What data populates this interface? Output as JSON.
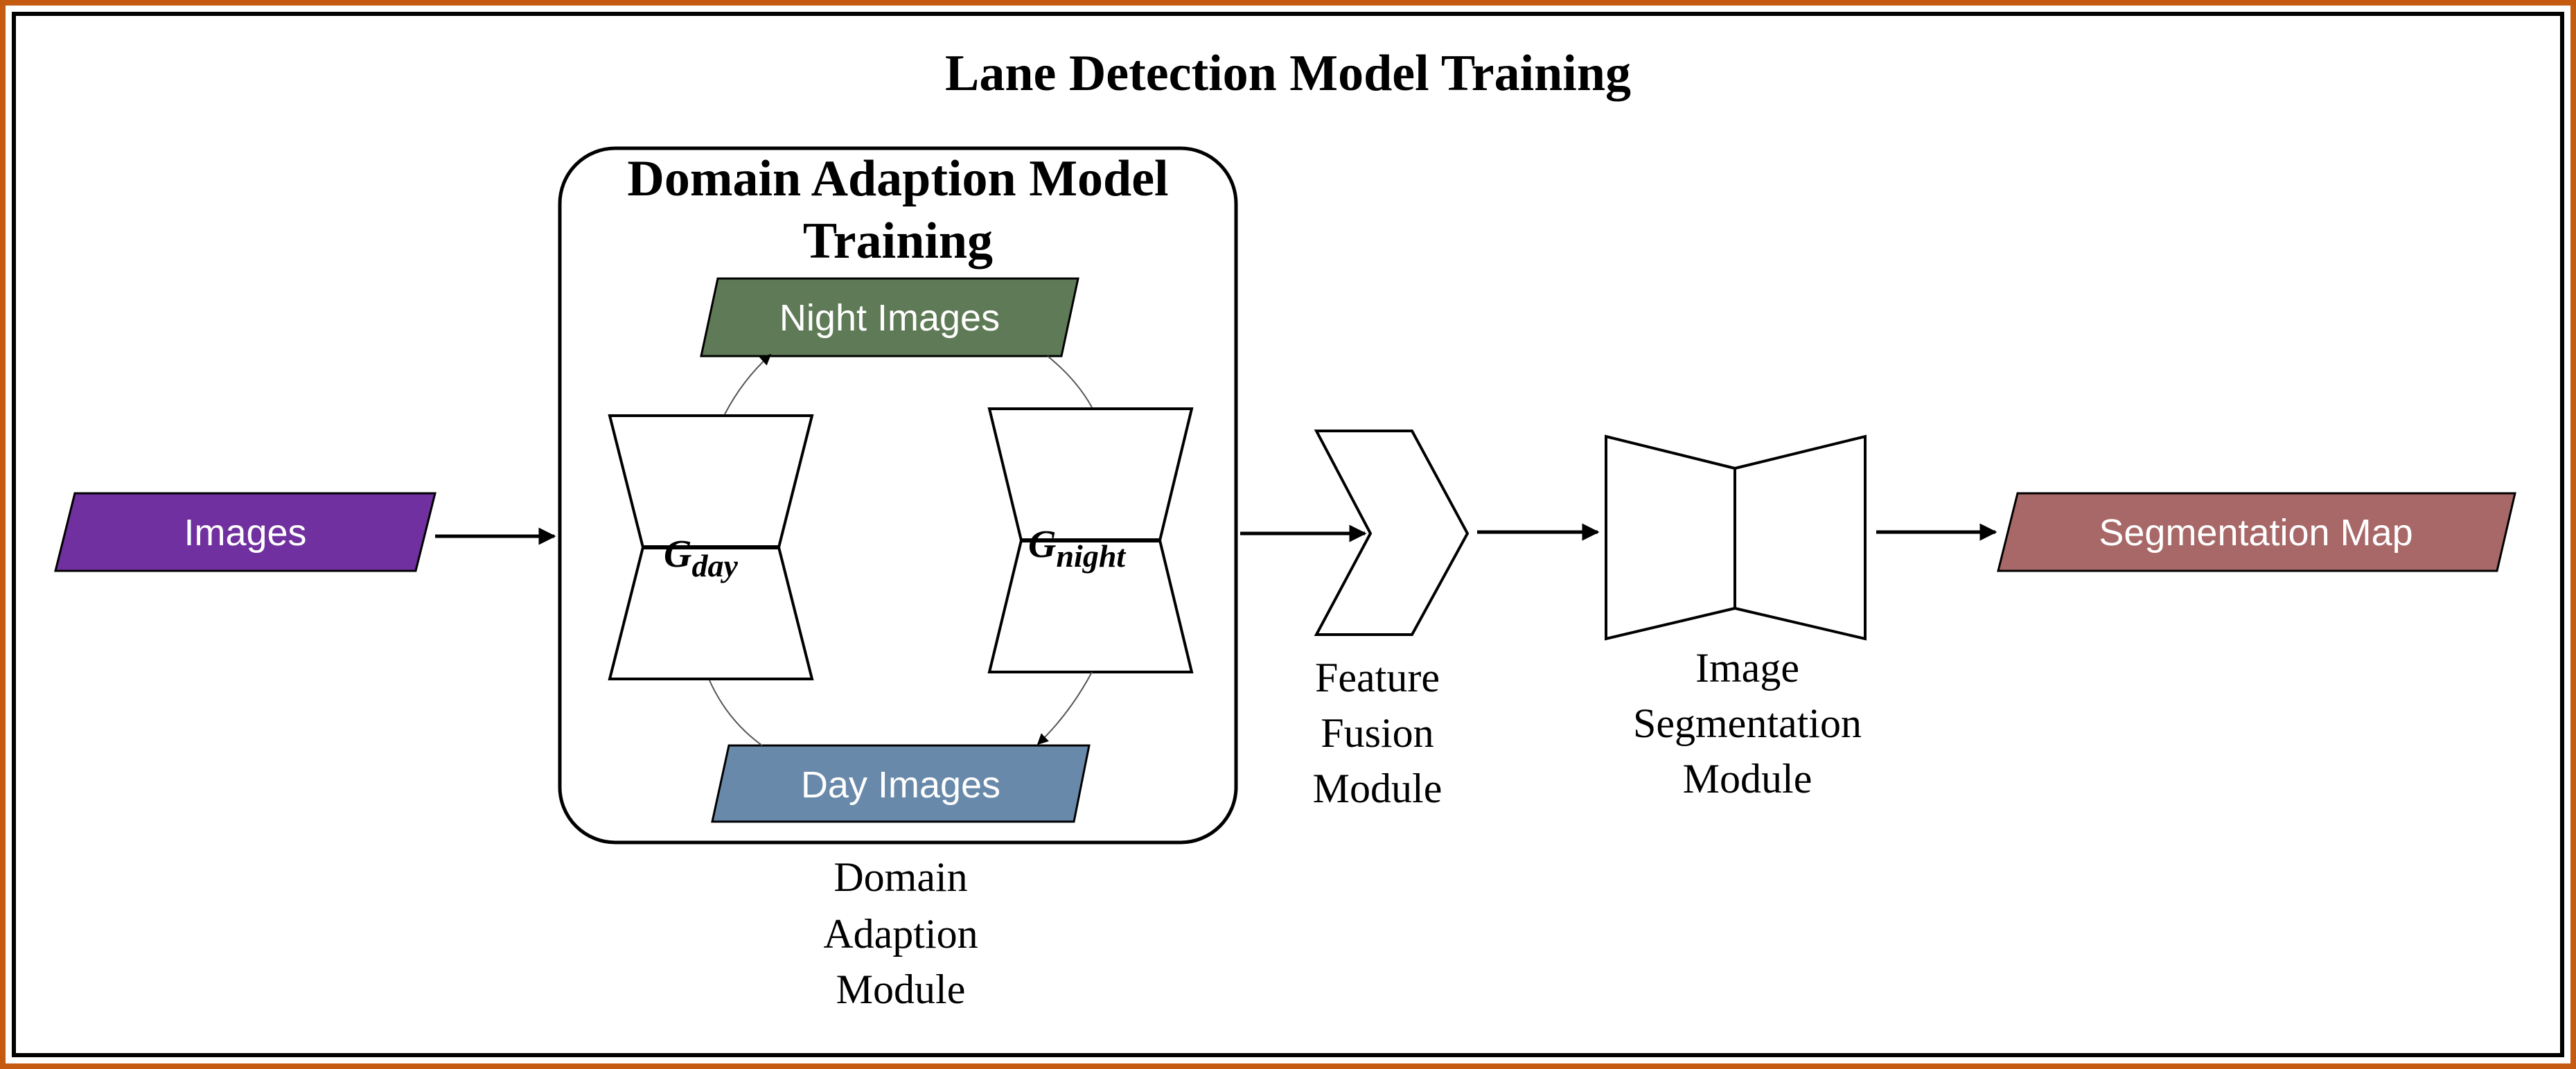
{
  "title": "Lane Detection Model Training",
  "input": {
    "label": "Images",
    "color": "#7030a0"
  },
  "domain_adaption": {
    "box_title_line1": "Domain Adaption Model",
    "box_title_line2": "Training",
    "night_images": {
      "label": "Night Images",
      "color": "#5f7a56"
    },
    "day_images": {
      "label": "Day Images",
      "color": "#6889aa"
    },
    "g_day": {
      "symbol": "G",
      "subscript": "day"
    },
    "g_night": {
      "symbol": "G",
      "subscript": "night"
    },
    "caption": [
      "Domain",
      "Adaption",
      "Module"
    ]
  },
  "feature_fusion": {
    "caption": [
      "Feature",
      "Fusion",
      "Module"
    ]
  },
  "image_segmentation": {
    "caption": [
      "Image",
      "Segmentation",
      "Module"
    ]
  },
  "output": {
    "label": "Segmentation Map",
    "color": "#a86868"
  },
  "frame_color": "#c55a11"
}
